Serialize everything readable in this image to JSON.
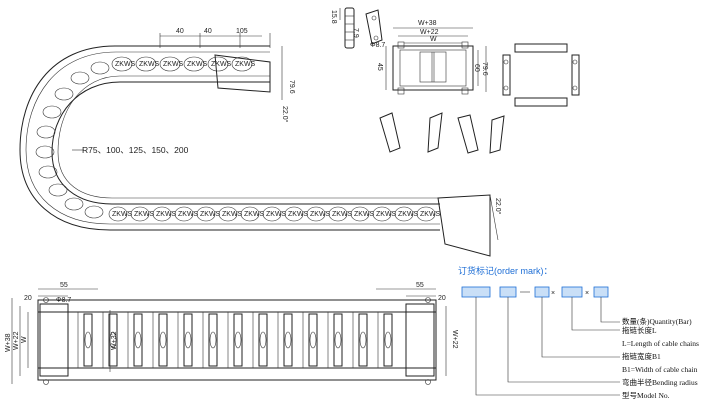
{
  "top_chain": {
    "dims": {
      "d1": "40",
      "d2": "40",
      "d3": "105",
      "h1": "79.6",
      "ang1": "22.0°",
      "ang2": "22.0°"
    },
    "radius_label": "R75、100、125、150、200",
    "link_mark": "ZKWS"
  },
  "cross_section": {
    "dims": {
      "w38": "W+38",
      "w22": "W+22",
      "w": "W",
      "h45": "45",
      "h60": "60",
      "h796": "79.6",
      "hole": "Φ8.7",
      "d158": "15.8",
      "d79": "7.9"
    }
  },
  "bottom_chain": {
    "dims": {
      "d20l": "20",
      "d55l": "55",
      "hole": "Φ8.7",
      "d20r": "20",
      "d55r": "55",
      "w38": "W+38",
      "w22l": "W+22",
      "wl": "W",
      "w32": "W+32",
      "w22r": "W+22"
    }
  },
  "order_mark": {
    "title": "订货标记(order mark)：",
    "sep": "×",
    "lines": [
      "数量(条)Quantity(Bar)",
      "拖链长度L",
      "L=Length of cable chains",
      "拖链宽度B1",
      "B1=Width of cable chain",
      "弯曲半径Bending radius",
      "型号Model No."
    ],
    "box_color": "#c9dff7",
    "box_border": "#1f6fd6"
  }
}
